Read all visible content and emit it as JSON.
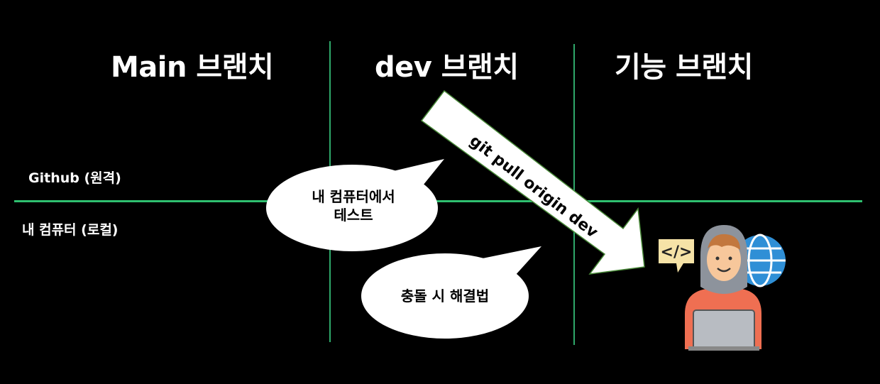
{
  "columns": {
    "main": "Main 브랜치",
    "dev": "dev 브랜치",
    "feature": "기능 브랜치"
  },
  "rows": {
    "remote": "Github (원격)",
    "local": "내 컴퓨터 (로컬)"
  },
  "bubbles": {
    "test_line1": "내 컴퓨터에서",
    "test_line2": "테스트",
    "conflict": "충돌 시 해결법"
  },
  "arrow": {
    "label": "git pull origin dev"
  },
  "illustration": {
    "code_tag": "</>",
    "icons": [
      "developer-avatar-icon",
      "globe-icon",
      "code-tag-icon",
      "laptop-icon"
    ]
  },
  "colors": {
    "background": "#000000",
    "line": "#2fbf6f",
    "arrow_fill": "#ffffff",
    "bubble_fill": "#ffffff"
  }
}
